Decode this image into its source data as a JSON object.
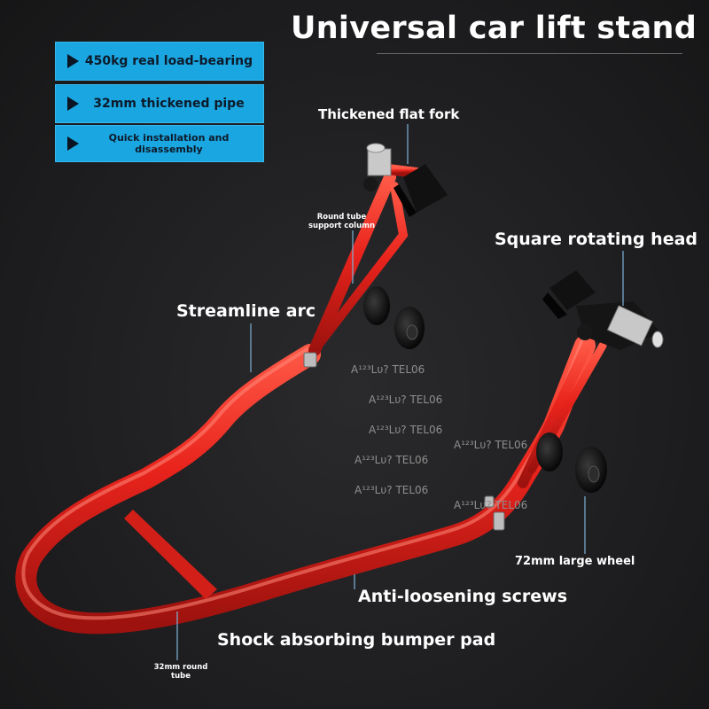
{
  "title": "Universal car lift stand",
  "features": [
    {
      "icon": "play-triangle-icon",
      "text": "450kg real load-bearing"
    },
    {
      "icon": "play-triangle-icon",
      "text": "32mm thickened pipe"
    },
    {
      "icon": "play-triangle-icon",
      "text": "Quick installation and disassembly"
    }
  ],
  "callouts": {
    "flat_fork": "Thickened flat fork",
    "support_column": "Round tube support column",
    "rotating_head": "Square rotating head",
    "streamline_arc": "Streamline arc",
    "large_wheel": "72mm large wheel",
    "screws": "Anti-loosening screws",
    "bumper_pad": "Shock absorbing bumper pad",
    "round_tube": "32mm round tube"
  },
  "watermark": "A¹²³Lυ?  TEL06",
  "colors": {
    "frame": "#e8231c",
    "feature_box": "#1aa6e0",
    "background": "#1f1f21"
  }
}
